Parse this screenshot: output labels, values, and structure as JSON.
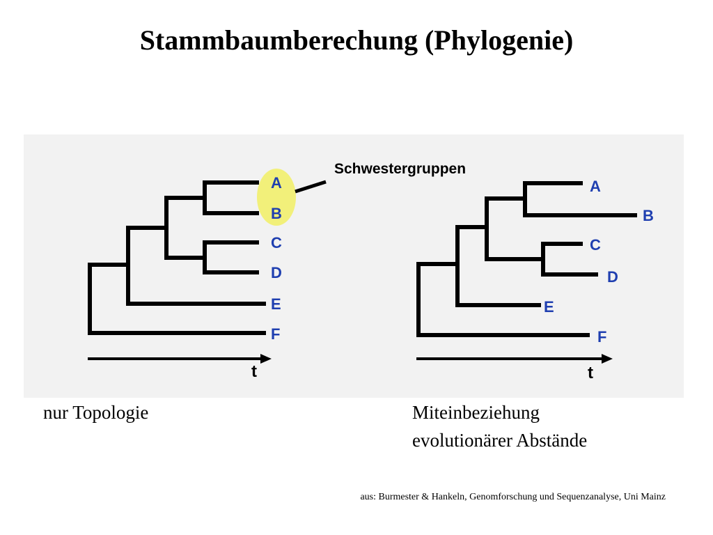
{
  "title": "Stammbaumberechung (Phylogenie)",
  "annotation": "Schwestergruppen",
  "colors": {
    "leaf_label": "#1f3fb0",
    "branch": "#000000",
    "highlight": "#f2f07a",
    "panel_background": "#f2f2f2"
  },
  "left_tree": {
    "leaves": [
      "A",
      "B",
      "C",
      "D",
      "E",
      "F"
    ],
    "axis_label": "t",
    "caption": "nur Topologie"
  },
  "right_tree": {
    "leaves": [
      "A",
      "B",
      "C",
      "D",
      "E",
      "F"
    ],
    "axis_label": "t",
    "caption_line1": "Miteinbeziehung",
    "caption_line2": "evolutionärer Abstände"
  },
  "source": "aus: Burmester & Hankeln, Genomforschung und Sequenzanalyse, Uni Mainz"
}
